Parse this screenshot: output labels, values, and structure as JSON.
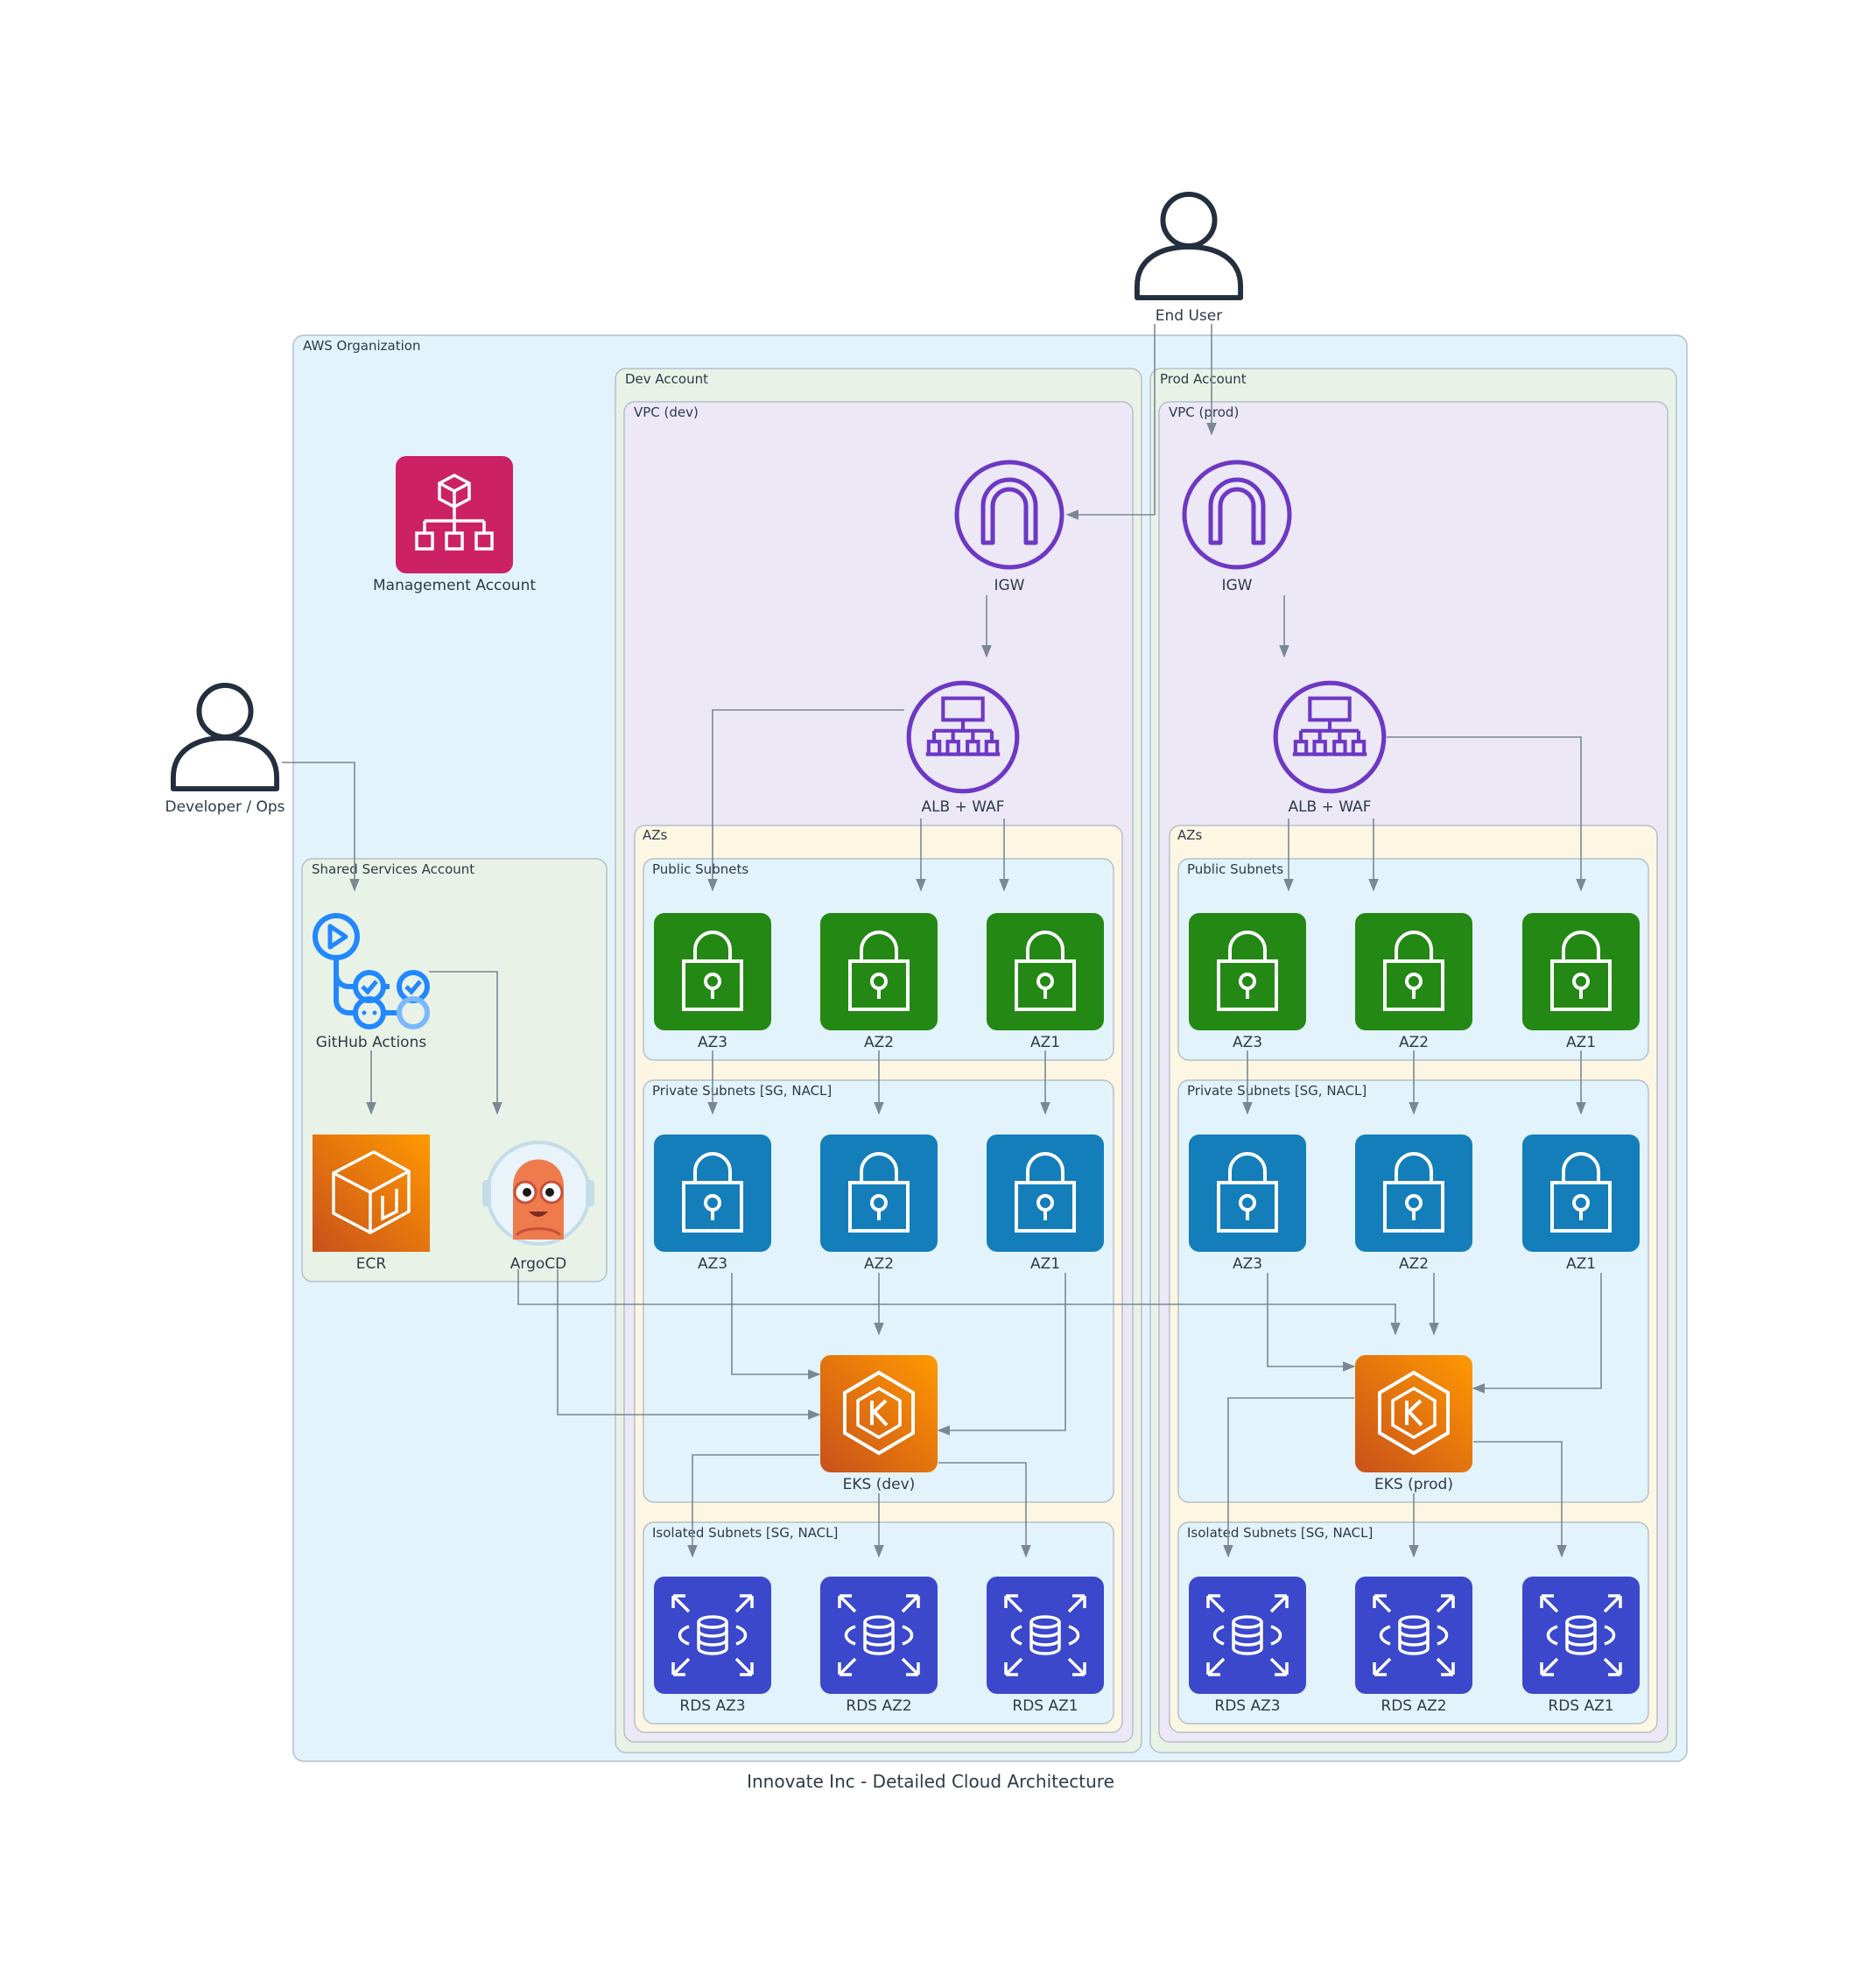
{
  "title": "Innovate Inc - Detailed Cloud Architecture",
  "colors": {
    "org_fill": "#e3f3fb",
    "account_fill": "#e9f2e6",
    "vpc_fill": "#ece8f6",
    "azs_fill": "#fdf6e3",
    "subnet_fill": "#e3f3fb",
    "public_subnet_icon": "#248814",
    "private_subnet_icon": "#147eba",
    "rds_icon": "#3b48cc",
    "network_purple": "#6d38c4",
    "eks_orange": "#e8700c",
    "mgmt_pink": "#cc2264",
    "edge": "#7b8894"
  },
  "clusters": {
    "org": "AWS Organization",
    "shared": "Shared Services Account",
    "dev_account": "Dev Account",
    "dev_vpc": "VPC (dev)",
    "dev_azs": "AZs",
    "dev_public": "Public Subnets",
    "dev_private": "Private Subnets [SG, NACL]",
    "dev_isolated": "Isolated Subnets [SG, NACL]",
    "prod_account": "Prod Account",
    "prod_vpc": "VPC (prod)",
    "prod_azs": "AZs",
    "prod_public": "Public Subnets",
    "prod_private": "Private Subnets [SG, NACL]",
    "prod_isolated": "Isolated Subnets [SG, NACL]"
  },
  "nodes": {
    "end_user": {
      "label": "End User",
      "icon": "user-icon"
    },
    "developer": {
      "label": "Developer / Ops",
      "icon": "user-icon"
    },
    "management": {
      "label": "Management Account",
      "icon": "organizations-account-icon"
    },
    "github": {
      "label": "GitHub Actions",
      "icon": "github-actions-icon"
    },
    "ecr": {
      "label": "ECR",
      "icon": "ecr-icon"
    },
    "argocd": {
      "label": "ArgoCD",
      "icon": "argocd-icon"
    },
    "dev_igw": {
      "label": "IGW",
      "icon": "internet-gateway-icon"
    },
    "dev_alb": {
      "label": "ALB + WAF",
      "icon": "load-balancer-icon"
    },
    "dev_pub_az3": {
      "label": "AZ3",
      "icon": "lock-icon"
    },
    "dev_pub_az2": {
      "label": "AZ2",
      "icon": "lock-icon"
    },
    "dev_pub_az1": {
      "label": "AZ1",
      "icon": "lock-icon"
    },
    "dev_priv_az3": {
      "label": "AZ3",
      "icon": "lock-icon"
    },
    "dev_priv_az2": {
      "label": "AZ2",
      "icon": "lock-icon"
    },
    "dev_priv_az1": {
      "label": "AZ1",
      "icon": "lock-icon"
    },
    "dev_eks": {
      "label": "EKS (dev)",
      "icon": "eks-icon"
    },
    "dev_rds_az3": {
      "label": "RDS AZ3",
      "icon": "rds-icon"
    },
    "dev_rds_az2": {
      "label": "RDS AZ2",
      "icon": "rds-icon"
    },
    "dev_rds_az1": {
      "label": "RDS AZ1",
      "icon": "rds-icon"
    },
    "prod_igw": {
      "label": "IGW",
      "icon": "internet-gateway-icon"
    },
    "prod_alb": {
      "label": "ALB + WAF",
      "icon": "load-balancer-icon"
    },
    "prod_pub_az3": {
      "label": "AZ3",
      "icon": "lock-icon"
    },
    "prod_pub_az2": {
      "label": "AZ2",
      "icon": "lock-icon"
    },
    "prod_pub_az1": {
      "label": "AZ1",
      "icon": "lock-icon"
    },
    "prod_priv_az3": {
      "label": "AZ3",
      "icon": "lock-icon"
    },
    "prod_priv_az2": {
      "label": "AZ2",
      "icon": "lock-icon"
    },
    "prod_priv_az1": {
      "label": "AZ1",
      "icon": "lock-icon"
    },
    "prod_eks": {
      "label": "EKS (prod)",
      "icon": "eks-icon"
    },
    "prod_rds_az3": {
      "label": "RDS AZ3",
      "icon": "rds-icon"
    },
    "prod_rds_az2": {
      "label": "RDS AZ2",
      "icon": "rds-icon"
    },
    "prod_rds_az1": {
      "label": "RDS AZ1",
      "icon": "rds-icon"
    }
  }
}
